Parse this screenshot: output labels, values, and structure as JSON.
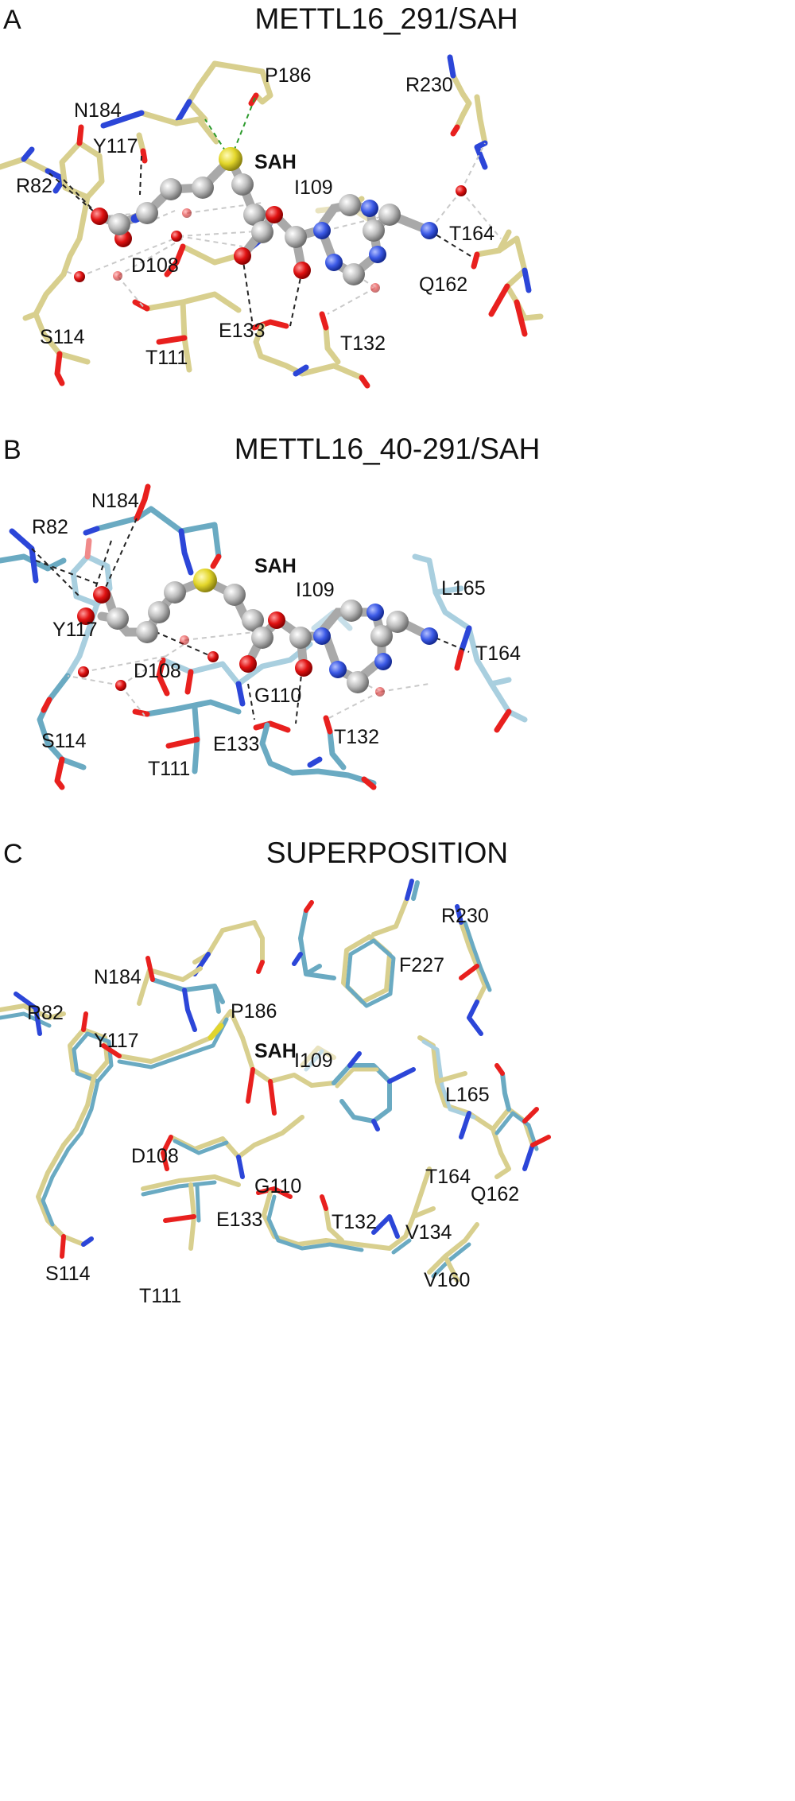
{
  "panels": [
    {
      "letter": "A",
      "title": "METTL16_291/SAH",
      "ligand_label": "SAH",
      "residues": [
        "P186",
        "N184",
        "R230",
        "Y117",
        "R82",
        "I109",
        "T164",
        "D108",
        "Q162",
        "S114",
        "E133",
        "T132",
        "T111"
      ]
    },
    {
      "letter": "B",
      "title": "METTL16_40-291/SAH",
      "ligand_label": "SAH",
      "residues": [
        "N184",
        "R82",
        "I109",
        "L165",
        "Y117",
        "T164",
        "D108",
        "G110",
        "S114",
        "E133",
        "T132",
        "T111"
      ]
    },
    {
      "letter": "C",
      "title": "SUPERPOSITION",
      "ligand_label": "SAH",
      "residues": [
        "R230",
        "F227",
        "N184",
        "P186",
        "R82",
        "Y117",
        "I109",
        "L165",
        "D108",
        "G110",
        "T164",
        "Q162",
        "T132",
        "E133",
        "V134",
        "S114",
        "V160",
        "T111"
      ]
    }
  ],
  "colors": {
    "carbon_yellow": "#d8cf8e",
    "carbon_blue": "#6aaac2",
    "oxygen": "#e8201e",
    "nitrogen": "#2c46d8",
    "sulfur": "#e1d52c",
    "ligand_carbon": "#b9b9b9",
    "hbond": "#222222",
    "water_contact": "#c9c9c9",
    "sulfur_contact": "#2b9a2b"
  }
}
